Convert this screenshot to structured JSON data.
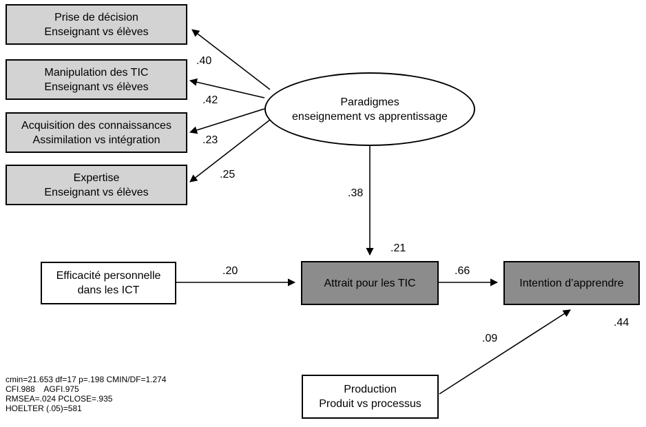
{
  "indicators": [
    {
      "line1": "Prise de décision",
      "line2": "Enseignant vs élèves",
      "coef": ".40"
    },
    {
      "line1": "Manipulation des TIC",
      "line2": "Enseignant vs élèves",
      "coef": ".42"
    },
    {
      "line1": "Acquisition des connaissances",
      "line2": "Assimilation vs intégration",
      "coef": ".23"
    },
    {
      "line1": "Expertise",
      "line2": "Enseignant vs élèves",
      "coef": ".25"
    }
  ],
  "latent": {
    "line1": "Paradigmes",
    "line2": "enseignement vs apprentissage"
  },
  "paths": {
    "paradigmes_to_attrait": ".38",
    "efficacite_to_attrait": ".20",
    "attrait_to_intention": ".66",
    "production_to_intention": ".09"
  },
  "r2": {
    "attrait": ".21",
    "intention": ".44"
  },
  "nodes": {
    "efficacite": {
      "line1": "Efficacité personnelle",
      "line2": "dans les ICT"
    },
    "attrait": "Attrait pour les TIC",
    "intention": "Intention d’apprendre",
    "production": {
      "line1": "Production",
      "line2": "Produit vs processus"
    }
  },
  "fit_stats": [
    "cmin=21.653 df=17 p=.198 CMIN/DF=1.274",
    "CFI.988    AGFI.975",
    "RMSEA=.024 PCLOSE=.935",
    "HOELTER (.05)=581"
  ]
}
